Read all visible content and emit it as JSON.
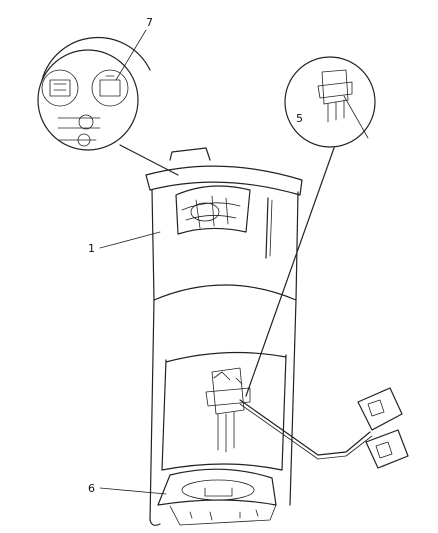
{
  "callouts": [
    {
      "id": "c1",
      "label": "1"
    },
    {
      "id": "c5",
      "label": "5"
    },
    {
      "id": "c6",
      "label": "6"
    },
    {
      "id": "c7",
      "label": "7"
    }
  ]
}
